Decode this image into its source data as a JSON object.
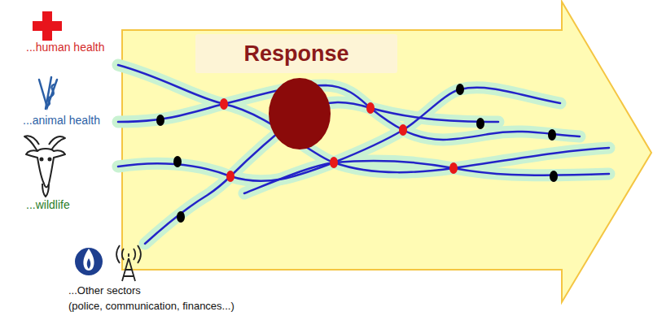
{
  "diagram": {
    "nodes": [
      {
        "text": [
          "Response"
        ]
      }
    ],
    "labels": [
      "...human health",
      "...animal health",
      "...wildlife",
      "...Other sectors",
      "(police, communication, finances...)"
    ]
  }
}
